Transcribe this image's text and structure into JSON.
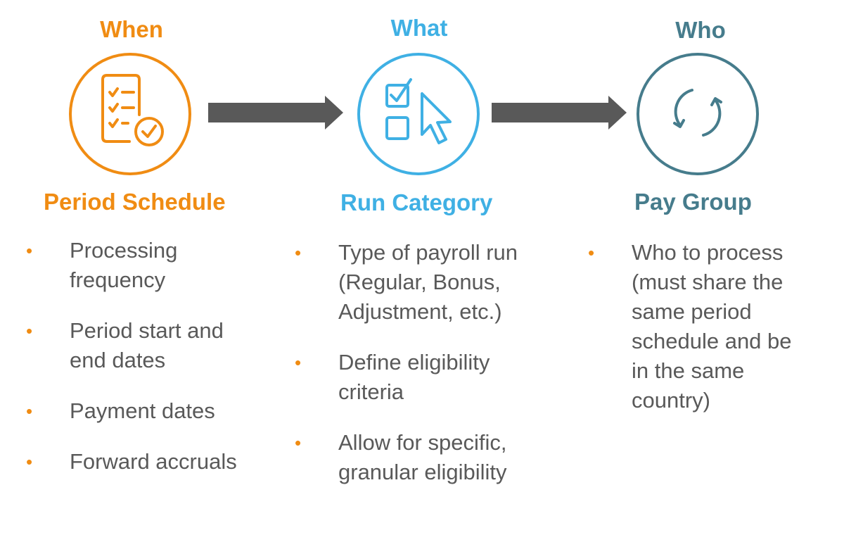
{
  "colors": {
    "when": "#f08c13",
    "what": "#3fb0e4",
    "who": "#467c8c",
    "arrow": "#595959",
    "bullet": "#f08c13",
    "text": "#595959"
  },
  "columns": [
    {
      "heading": "When",
      "icon": "checklist-icon",
      "subheading": "Period Schedule",
      "items": [
        "Processing frequency",
        "Period start and end dates",
        "Payment dates",
        "Forward accruals"
      ]
    },
    {
      "heading": "What",
      "icon": "checkbox-cursor-icon",
      "subheading": "Run Category",
      "items": [
        "Type of payroll run (Regular, Bonus, Adjustment, etc.)",
        "Define eligibility criteria",
        "Allow for specific, granular eligibility"
      ]
    },
    {
      "heading": "Who",
      "icon": "refresh-cycle-icon",
      "subheading": "Pay Group",
      "items": [
        "Who to process (must share the same period schedule and be in the same country)"
      ]
    }
  ],
  "bullet_symbol": "•"
}
